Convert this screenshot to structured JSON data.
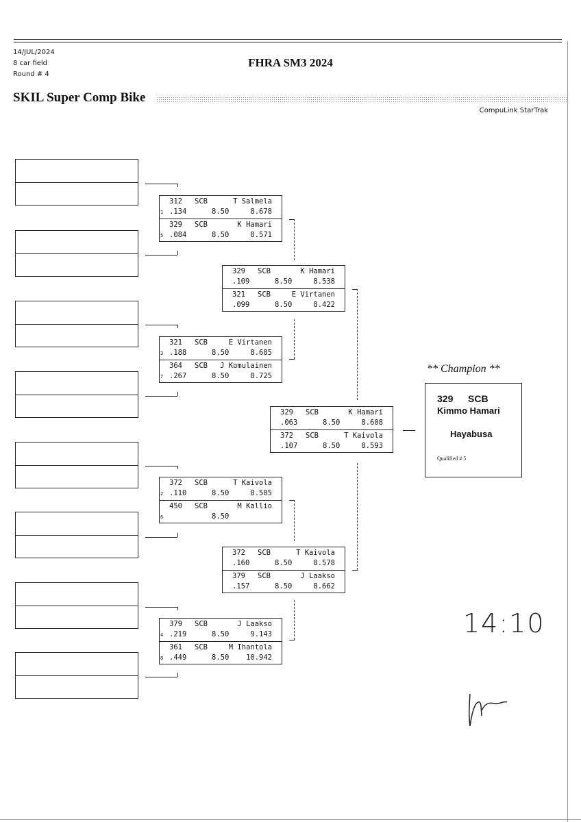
{
  "header": {
    "date": "14/JUL/2024",
    "field": "8 car field",
    "round": "Round # 4",
    "title": "FHRA SM3 2024",
    "event": "SKIL Super Comp Bike",
    "brand": "CompuLink StarTrak"
  },
  "round1": [
    {
      "top": {
        "num": "312",
        "cls": "SCB",
        "name": "T Salmela",
        "seed": "1",
        "rt": ".134",
        "di": "8.50",
        "et": "8.678"
      },
      "bot": {
        "num": "329",
        "cls": "SCB",
        "name": "K Hamari",
        "seed": "5",
        "rt": ".084",
        "di": "8.50",
        "et": "8.571"
      }
    },
    {
      "top": {
        "num": "321",
        "cls": "SCB",
        "name": "E Virtanen",
        "seed": "3",
        "rt": ".188",
        "di": "8.50",
        "et": "8.685"
      },
      "bot": {
        "num": "364",
        "cls": "SCB",
        "name": "J Komulainen",
        "seed": "7",
        "rt": ".267",
        "di": "8.50",
        "et": "8.725"
      }
    },
    {
      "top": {
        "num": "372",
        "cls": "SCB",
        "name": "T Kaivola",
        "seed": "2",
        "rt": ".110",
        "di": "8.50",
        "et": "8.505"
      },
      "bot": {
        "num": "450",
        "cls": "SCB",
        "name": "M Kallio",
        "seed": "6",
        "rt": "",
        "di": "8.50",
        "et": ""
      }
    },
    {
      "top": {
        "num": "379",
        "cls": "SCB",
        "name": "J Laakso",
        "seed": "4",
        "rt": ".219",
        "di": "8.50",
        "et": "9.143"
      },
      "bot": {
        "num": "361",
        "cls": "SCB",
        "name": "M Ihantola",
        "seed": "8",
        "rt": ".449",
        "di": "8.50",
        "et": "10.942"
      }
    }
  ],
  "round2": [
    {
      "top": {
        "num": "329",
        "cls": "SCB",
        "name": "K Hamari",
        "seed": "",
        "rt": ".109",
        "di": "8.50",
        "et": "8.538"
      },
      "bot": {
        "num": "321",
        "cls": "SCB",
        "name": "E Virtanen",
        "seed": "",
        "rt": ".099",
        "di": "8.50",
        "et": "8.422"
      }
    },
    {
      "top": {
        "num": "372",
        "cls": "SCB",
        "name": "T Kaivola",
        "seed": "",
        "rt": ".160",
        "di": "8.50",
        "et": "8.578"
      },
      "bot": {
        "num": "379",
        "cls": "SCB",
        "name": "J Laakso",
        "seed": "",
        "rt": ".157",
        "di": "8.50",
        "et": "8.662"
      }
    }
  ],
  "final": {
    "top": {
      "num": "329",
      "cls": "SCB",
      "name": "K Hamari",
      "seed": "",
      "rt": ".063",
      "di": "8.50",
      "et": "8.608"
    },
    "bot": {
      "num": "372",
      "cls": "SCB",
      "name": "T Kaivola",
      "seed": "",
      "rt": ".107",
      "di": "8.50",
      "et": "8.593"
    }
  },
  "champion": {
    "title": "** Champion **",
    "num": "329",
    "cls": "SCB",
    "name": "Kimmo Hamari",
    "car": "Hayabusa",
    "qualified": "Qualified # 5"
  },
  "handwriting": {
    "time": "14:10"
  }
}
